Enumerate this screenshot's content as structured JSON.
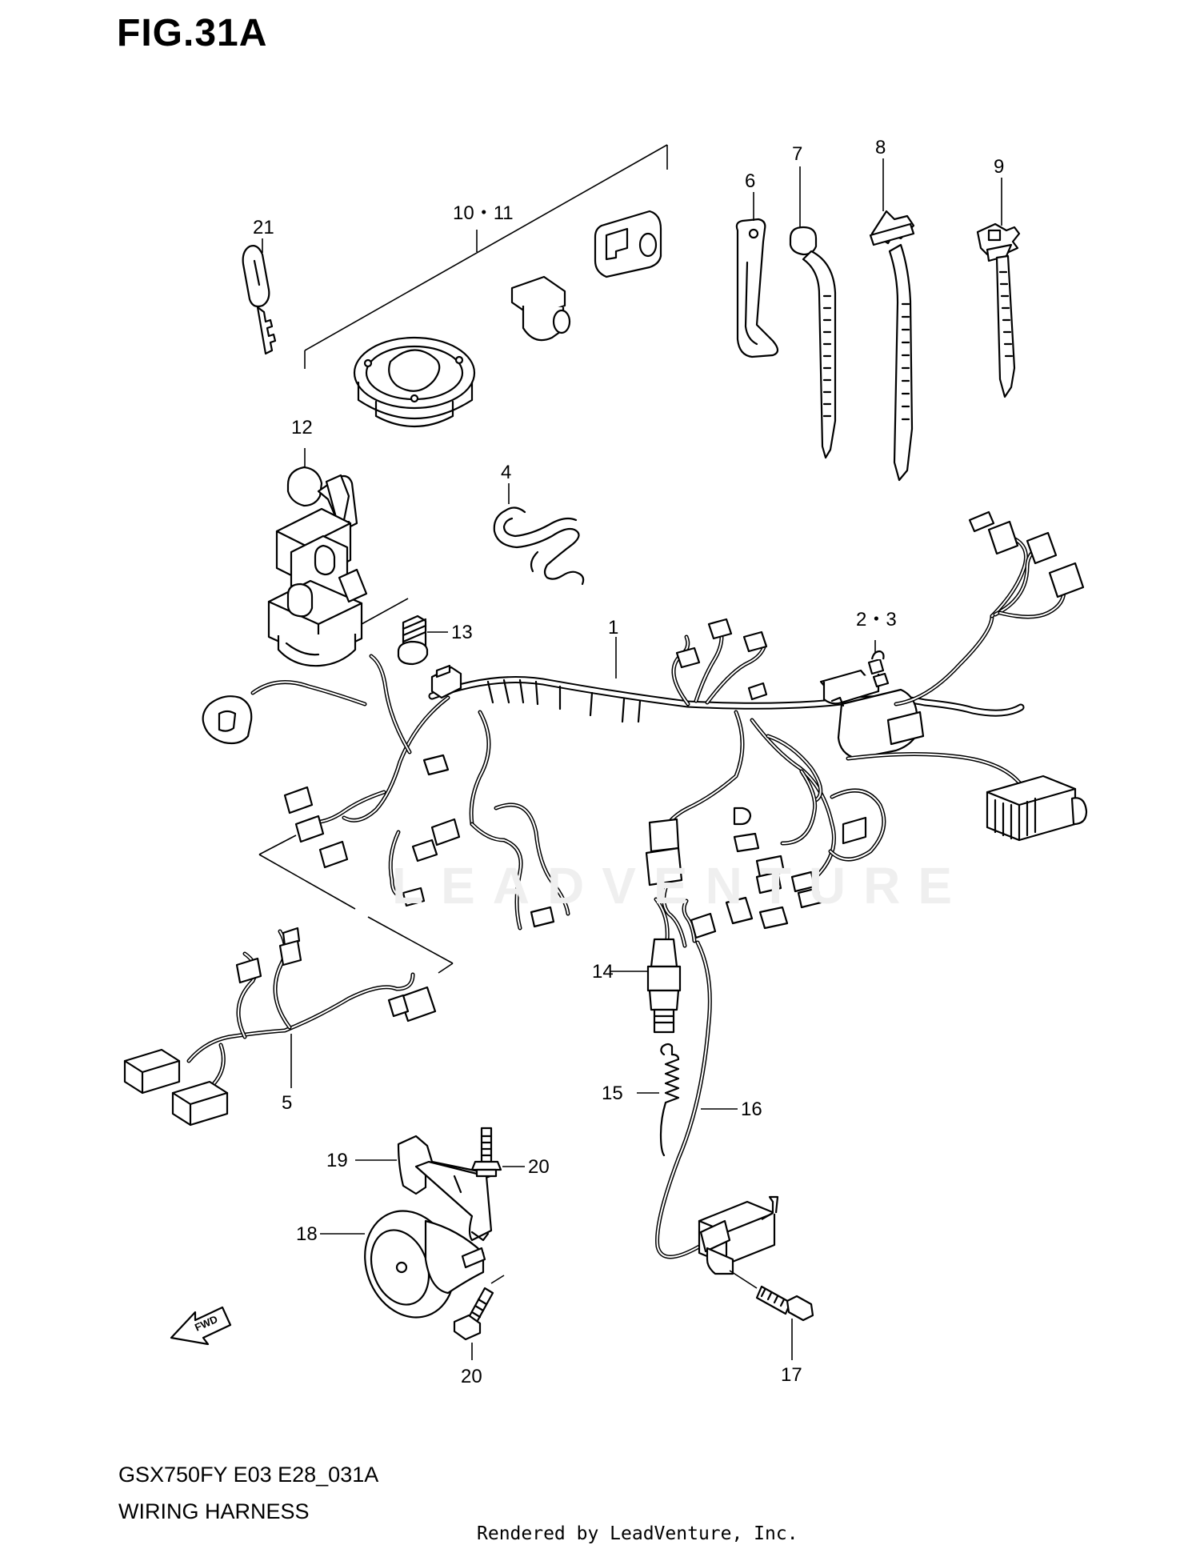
{
  "header": {
    "figure_title": "FIG.31A"
  },
  "footer": {
    "model_code": "GSX750FY  E03  E28_031A",
    "section_name": "WIRING HARNESS",
    "render_credit": "Rendered by LeadVenture, Inc."
  },
  "watermark": {
    "text": "LEADVENTURE"
  },
  "callouts": {
    "c1": "1",
    "c2_3": "2・3",
    "c4": "4",
    "c5": "5",
    "c6": "6",
    "c7": "7",
    "c8": "8",
    "c9": "9",
    "c10_11": "10・11",
    "c12": "12",
    "c13": "13",
    "c14": "14",
    "c15": "15",
    "c16": "16",
    "c17": "17",
    "c18": "18",
    "c19": "19",
    "c20a": "20",
    "c20b": "20",
    "c21": "21"
  },
  "fwd_arrow": {
    "label": "FWD"
  }
}
